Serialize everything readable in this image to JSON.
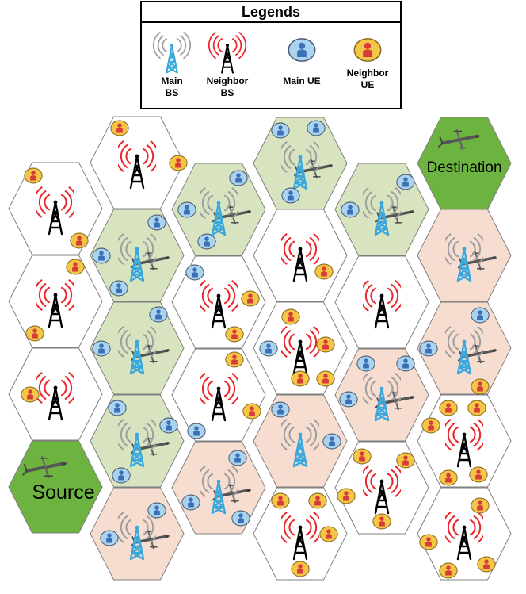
{
  "legend": {
    "title": "Legends",
    "items": [
      {
        "icon": "main-bs-icon",
        "label": "Main\nBS"
      },
      {
        "icon": "neighbor-bs-icon",
        "label": "Neighbor\nBS"
      },
      {
        "icon": "main-ue-icon",
        "label": "Main UE"
      },
      {
        "icon": "neighbor-ue-icon",
        "label": "Neighbor\nUE"
      }
    ]
  },
  "map": {
    "source_label": "Source",
    "destination_label": "Destination"
  },
  "colors": {
    "main_path_fill": "#d8e4bf",
    "relay_fill": "#f6ddd0",
    "plain_fill": "#ffffff",
    "endpoint_fill": "#6db33f",
    "hex_stroke": "#808080",
    "main_bs": "#3aa8dc",
    "neighbor_bs": "#000000",
    "signal_gray": "#9e9e9e",
    "signal_red": "#e8262b",
    "main_ue_fill": "#a9d3ef",
    "neighbor_ue_fill": "#f5c646"
  }
}
